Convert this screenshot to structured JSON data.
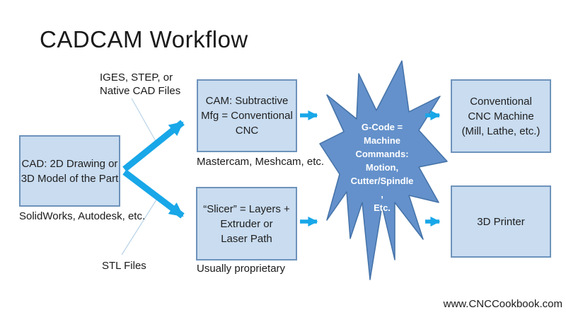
{
  "title": "CADCAM Workflow",
  "labels": {
    "iges": "IGES, STEP, or\nNative CAD Files",
    "stl": "STL Files"
  },
  "nodes": {
    "cad": {
      "label": "CAD:  2D Drawing or\n3D Model of the Part",
      "caption": "SolidWorks, Autodesk, etc."
    },
    "cam": {
      "label": "CAM: Subtractive\nMfg = Conventional\nCNC",
      "caption": "Mastercam, Meshcam, etc."
    },
    "slicer": {
      "label": "“Slicer” = Layers +\nExtruder or\nLaser Path",
      "caption": "Usually proprietary"
    },
    "cnc": {
      "label": "Conventional\nCNC Machine\n(Mill, Lathe, etc.)"
    },
    "printer": {
      "label": "3D Printer"
    },
    "gcode": {
      "label": "G-Code =\nMachine\nCommands:\nMotion,\nCutter/Spindle\n,\nEtc."
    }
  },
  "footer": "www.CNCCookbook.com",
  "colors": {
    "arrow": "#18a7e8",
    "box-fill": "#c9dcf0",
    "box-border": "#6d93bb",
    "star-fill": "#6491cb",
    "star-border": "#4472a8",
    "leader": "#b9d3e8",
    "ink": "#1a1a1a",
    "star-text": "#ffffff"
  }
}
